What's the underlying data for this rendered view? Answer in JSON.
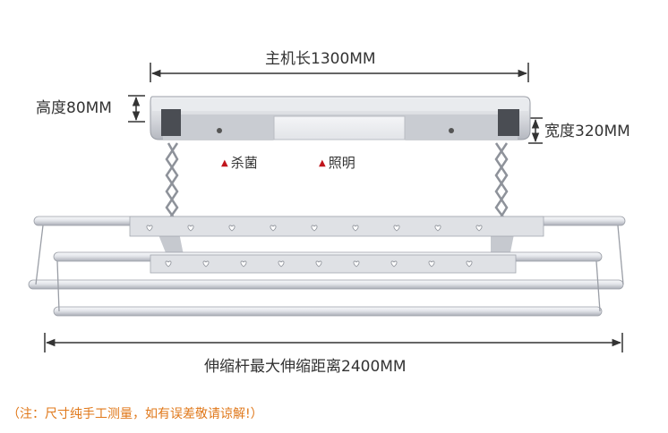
{
  "dimensions": {
    "host_length": "主机长1300MM",
    "height": "高度80MM",
    "width": "宽度320MM",
    "max_extension": "伸缩杆最大伸缩距离2400MM"
  },
  "features": {
    "sterilize": "杀菌",
    "lighting": "照明"
  },
  "note": "（注：尺寸纯手工测量，如有误差敬请谅解!）",
  "colors": {
    "text": "#333333",
    "feature_marker": "#c0141c",
    "note": "#e0781a",
    "metal_light": "#eeeff3",
    "metal_dark": "#a9adb6"
  }
}
